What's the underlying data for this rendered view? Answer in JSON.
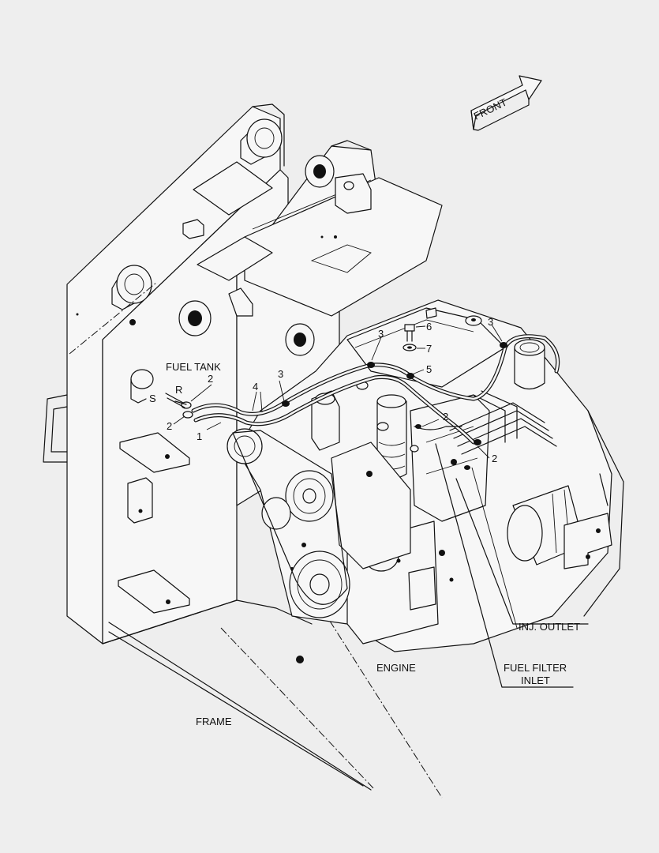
{
  "labels": {
    "front": "FRONT",
    "fuel_tank": "FUEL TANK",
    "return_mark": "R",
    "supply_mark": "S",
    "engine": "ENGINE",
    "frame": "FRAME",
    "inj_outlet": "INJ. OUTLET",
    "fuel_filter_inlet_line1": "FUEL FILTER",
    "fuel_filter_inlet_line2": "INLET"
  },
  "callouts": {
    "c1": "1",
    "c2a": "2",
    "c2b": "2",
    "c2c": "2",
    "c2d": "2",
    "c3a": "3",
    "c3b": "3",
    "c3c": "3",
    "c4": "4",
    "c5": "5",
    "c6": "6",
    "c7": "7"
  }
}
